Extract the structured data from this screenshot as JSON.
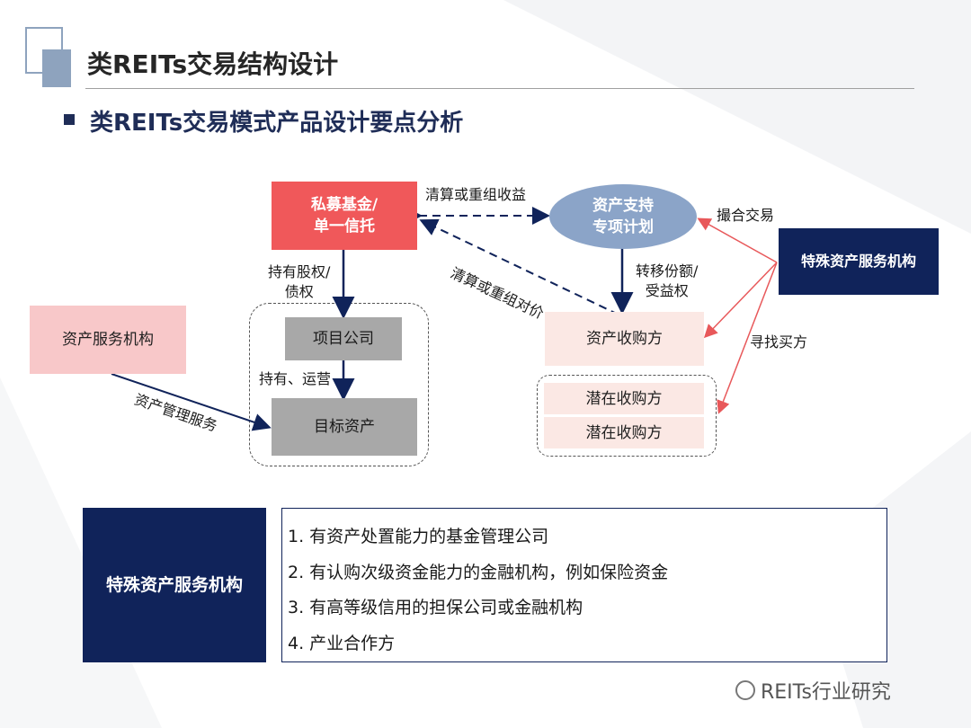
{
  "title": "类REITs交易结构设计",
  "subtitle": "类REITs交易模式产品设计要点分析",
  "nodes": {
    "fund": "私募基金/\n单一信托",
    "abs": "资产支持\n专项计划",
    "special_agency": "特殊资产服务机构",
    "asset_service": "资产服务机构",
    "project_company": "项目公司",
    "target_asset": "目标资产",
    "acquirer": "资产收购方",
    "potential1": "潜在收购方",
    "potential2": "潜在收购方"
  },
  "edges": {
    "clearing_income": "清算或重组收益",
    "clearing_consideration": "清算或重组对价",
    "matchmaking": "撮合交易",
    "hold_equity": "持有股权/\n债权",
    "hold_operate": "持有、运营",
    "asset_mgmt_service": "资产管理服务",
    "transfer_shares": "转移份额/\n受益权",
    "find_buyer": "寻找买方"
  },
  "legend": {
    "label": "特殊资产服务机构",
    "items": [
      "1.  有资产处置能力的基金管理公司",
      "2.  有认购次级资金能力的金融机构，例如保险资金",
      "3.  有高等级信用的担保公司或金融机构",
      "4.  产业合作方"
    ]
  },
  "watermark": "REITs行业研究",
  "colors": {
    "navy": "#10235a",
    "red": "#f0585a",
    "pink": "#f8c8c9",
    "gray": "#a8a8a8",
    "blue_ellipse": "#8ba4c8",
    "arrow_red": "#e8585a"
  }
}
